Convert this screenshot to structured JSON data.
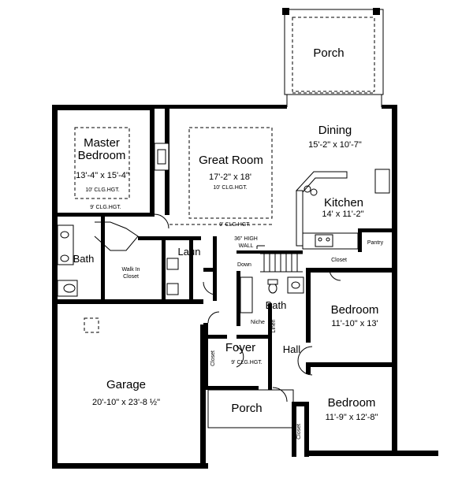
{
  "rooms": {
    "porch_top": {
      "name": "Porch"
    },
    "dining": {
      "name": "Dining",
      "size": "15'-2\" x 10'-7\""
    },
    "master": {
      "name_line1": "Master",
      "name_line2": "Bedroom",
      "size": "13'-4\" x 15'-4\"",
      "ceiling": "10' CLG.HGT."
    },
    "great_room": {
      "name": "Great Room",
      "size": "17'-2\" x 18'",
      "ceiling": "10' CLG.HGT."
    },
    "kitchen": {
      "name": "Kitchen",
      "size": "14' x 11'-2\""
    },
    "pantry": {
      "name": "Pantry"
    },
    "closet_kitchen": {
      "name": "Closet"
    },
    "bath_master": {
      "name": "Bath"
    },
    "walk_in_closet": {
      "name_line1": "Walk In",
      "name_line2": "Closet"
    },
    "laundry": {
      "name": "Laun"
    },
    "bath_hall": {
      "name": "Bath"
    },
    "niche": {
      "name": "Niche"
    },
    "linen": {
      "name": "Linen"
    },
    "bedroom_2": {
      "name": "Bedroom",
      "size": "11'-10\" x 13'"
    },
    "foyer": {
      "name": "Foyer",
      "ceiling": "9' CLG.HGT."
    },
    "hall": {
      "name": "Hall"
    },
    "closet_foyer": {
      "name": "Closet"
    },
    "garage": {
      "name": "Garage",
      "size": "20'-10\" x 23'-8 ½\""
    },
    "porch_front": {
      "name": "Porch"
    },
    "bedroom_3": {
      "name": "Bedroom",
      "size": "11'-9\" x 12'-8\""
    },
    "closet_bed3": {
      "name": "Closet"
    }
  },
  "notes": {
    "master_ceiling_9": "9' CLG.HGT.",
    "great_ceiling_9": "9' CLG.HGT.",
    "wall_line1": "36\" HIGH",
    "wall_line2": "WALL",
    "stair_down": "Down"
  }
}
